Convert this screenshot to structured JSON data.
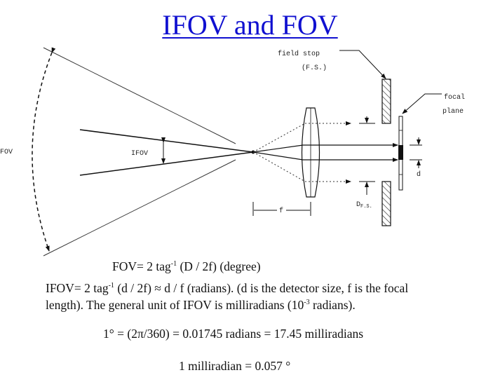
{
  "title": "IFOV and FOV",
  "diagram": {
    "labels": {
      "fov": "FOV",
      "ifov": "IFOV",
      "field_stop": "field stop",
      "field_stop_abbr": "(F.S.)",
      "focal": "focal",
      "plane": "plane",
      "d": "d",
      "d_fs_main": "D",
      "d_fs_sub": "F.S.",
      "f": "f"
    }
  },
  "equations": {
    "fov": {
      "a": "FOV= 2 tag",
      "sup": "-1",
      "b": " (D / 2f) (degree)"
    },
    "ifov": {
      "a": "IFOV= 2 tag",
      "sup": "-1",
      "b": " (d / 2f) ≈ d / f (radians).  (d is the detector size, f is the focal"
    },
    "ifov2": {
      "a": "length). The general unit of IFOV is milliradians (10",
      "sup": "-3",
      "b": " radians)."
    },
    "degree": "1° = (2π/360) = 0.01745 radians = 17.45 milliradians",
    "milliradian": "1 milliradian = 0.057 °"
  }
}
